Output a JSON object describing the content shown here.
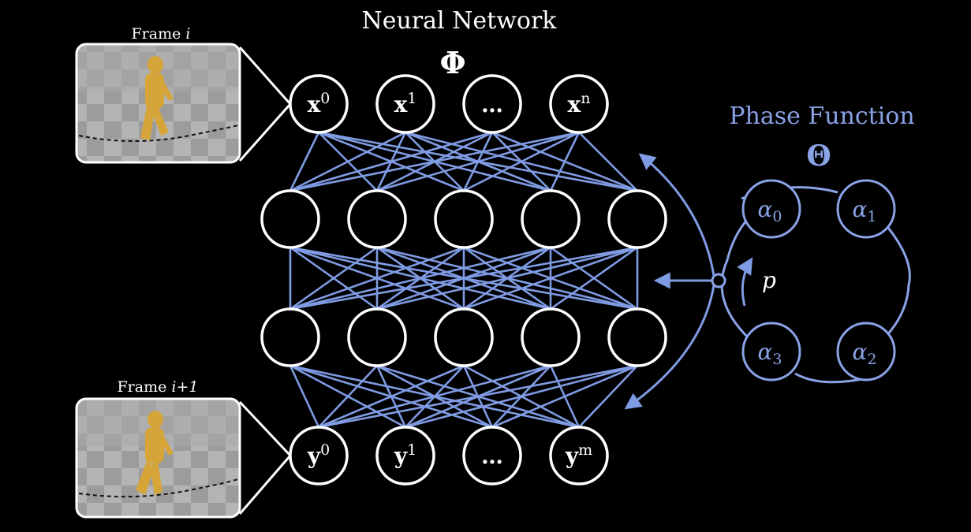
{
  "network": {
    "title": "Neural Network",
    "symbol": "Φ",
    "input_nodes": [
      {
        "base": "x",
        "sup": "0"
      },
      {
        "base": "x",
        "sup": "1"
      },
      {
        "base": "…",
        "sup": ""
      },
      {
        "base": "x",
        "sup": "n"
      }
    ],
    "output_nodes": [
      {
        "base": "y",
        "sup": "0"
      },
      {
        "base": "y",
        "sup": "1"
      },
      {
        "base": "…",
        "sup": ""
      },
      {
        "base": "y",
        "sup": "m"
      }
    ],
    "hidden_layers": [
      5,
      5
    ]
  },
  "frames": {
    "top_label": {
      "prefix": "Frame ",
      "var": "i"
    },
    "bottom_label": {
      "prefix": "Frame ",
      "var": "i+1"
    }
  },
  "phase_function": {
    "title": "Phase Function",
    "symbol": "Θ",
    "nodes": [
      {
        "base": "α",
        "sub": "0"
      },
      {
        "base": "α",
        "sub": "1"
      },
      {
        "base": "α",
        "sub": "2"
      },
      {
        "base": "α",
        "sub": "3"
      }
    ],
    "phase_label": "p"
  },
  "colors": {
    "background": "#000000",
    "node_stroke": "#ffffff",
    "edge": "#7f9be3",
    "phase": "#8aa2e6",
    "character": "#d6a53a"
  }
}
